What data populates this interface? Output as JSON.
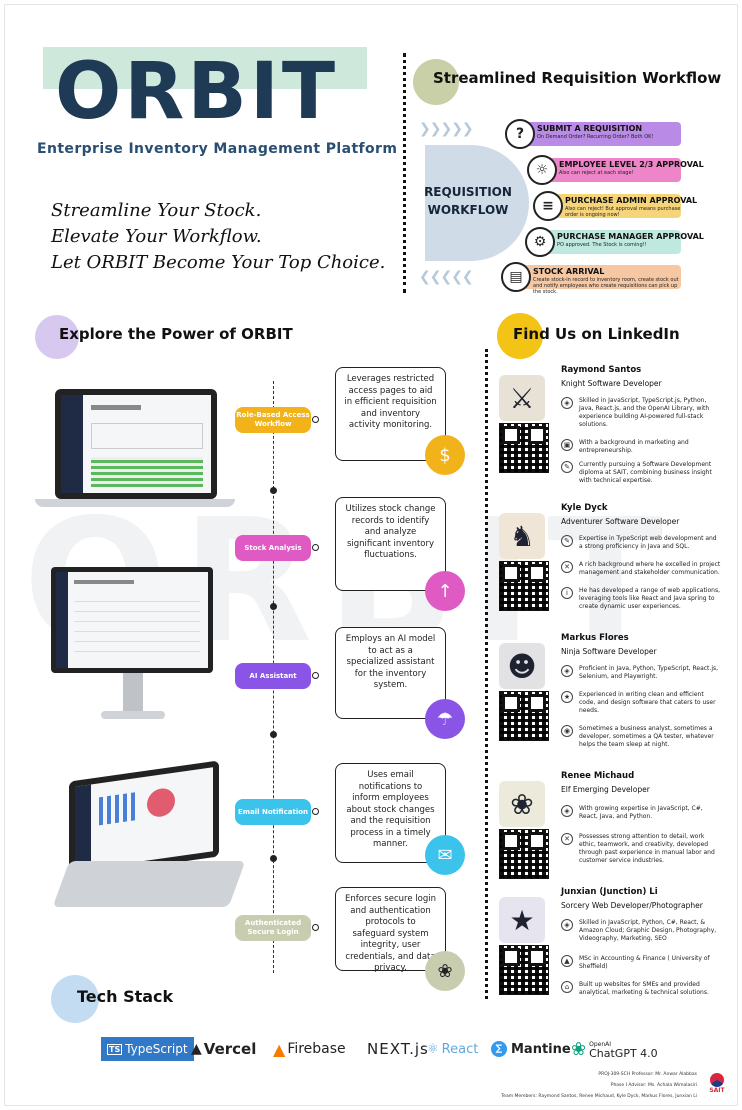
{
  "brand": {
    "logo": "ORBIT",
    "subtitle": "Enterprise Inventory Management Platform",
    "slogan": [
      "Streamline Your Stock.",
      "Elevate Your Workflow.",
      "Let ORBIT Become Your Top Choice."
    ]
  },
  "workflow": {
    "title": "Streamlined Requisition Workflow",
    "label_line1": "REQUISITION",
    "label_line2": "WORKFLOW",
    "steps": [
      {
        "title": "SUBMIT A REQUISITION",
        "desc": "On Demand Order? Recurring Order? Both OK!",
        "color": "#b98ae6",
        "icon": "?"
      },
      {
        "title": "EMPLOYEE LEVEL 2/3 APPROVAL",
        "desc": "Also can reject at each stage!",
        "color": "#ee85c9",
        "icon": "☼"
      },
      {
        "title": "PURCHASE ADMIN APPROVAL",
        "desc": "Also can reject! But approval means purchase order is ongoing now!",
        "color": "#f6d57a",
        "icon": "≡"
      },
      {
        "title": "PURCHASE MANAGER APPROVAL",
        "desc": "PO approved. The Stock is coming!!",
        "color": "#bfe9df",
        "icon": "⚙"
      },
      {
        "title": "STOCK ARRIVAL",
        "desc": "Create stock-in record to inventory room, create stock out and notify employees who create requisitions can pick up the stock.",
        "color": "#f6c7a3",
        "icon": "▤"
      }
    ]
  },
  "features": {
    "title": "Explore the Power of ORBIT",
    "items": [
      {
        "label": "Role-Based Access Workflow",
        "desc": "Leverages restricted access pages to aid in efficient requisition and inventory activity monitoring.",
        "color": "#f1b21a",
        "icon": "$"
      },
      {
        "label": "Stock Analysis",
        "desc": "Utilizes stock change records to identify and analyze significant inventory fluctuations.",
        "color": "#e05ac4",
        "icon": "↑"
      },
      {
        "label": "AI Assistant",
        "desc": "Employs an AI model to act as a specialized assistant for the inventory system.",
        "color": "#8a55e6",
        "icon": "☂"
      },
      {
        "label": "Email Notification",
        "desc": "Uses email notifications to inform employees about stock changes and the requisition process in a timely manner.",
        "color": "#3cc3ec",
        "icon": "✉"
      },
      {
        "label": "Authenticated Secure Login",
        "desc": "Enforces secure login and authentication protocols to safeguard system integrity, user credentials, and data privacy.",
        "color": "#c8cdb0",
        "icon": "❀"
      }
    ]
  },
  "team": {
    "title": "Find Us on LinkedIn",
    "members": [
      {
        "name": "Raymond Santos",
        "role": "Knight Software Developer",
        "avatar": "⚔",
        "bullets": [
          "Skilled in JavaScript, TypeScript.js, Python, Java, React.js, and the OpenAI Library, with experience building AI-powered full-stack solutions.",
          "With a background in marketing and entrepreneurship.",
          "Currently pursuing a Software Development diploma at SAIT, combining business insight with technical expertise."
        ]
      },
      {
        "name": "Kyle Dyck",
        "role": "Adventurer Software Developer",
        "avatar": "♞",
        "bullets": [
          "Expertise in TypeScript web development and a strong proficiency in Java and SQL.",
          "A rich background where he excelled in project management and stakeholder communication.",
          "He has developed a range of web applications, leveraging tools like React and Java spring to create dynamic user experiences."
        ]
      },
      {
        "name": "Markus Flores",
        "role": "Ninja Software Developer",
        "avatar": "☻",
        "bullets": [
          "Proficient in Java, Python, TypeScript, React.js, Selenium, and Playwright.",
          "Experienced in writing clean and efficient code, and design software that caters to user needs.",
          "Sometimes a business analyst, sometimes a developer, sometimes a QA tester, whatever helps the team sleep at night."
        ]
      },
      {
        "name": "Renee Michaud",
        "role": "Elf Emerging Developer",
        "avatar": "❀",
        "bullets": [
          "With growing expertise in JavaScript, C#, React, Java, and Python.",
          "Possesses strong attention to detail, work ethic, teamwork, and creativity, developed through past experience in manual labor and customer service industries."
        ]
      },
      {
        "name": "Junxian (Junction) Li",
        "role": "Sorcery Web Developer/Photographer",
        "avatar": "★",
        "bullets": [
          "Skilled in JavaScript, Python, C#, React, & Amazon Cloud; Graphic Design, Photography, Videography, Marketing, SEO",
          "MSc in Accounting & Finance ( University of Sheffield)",
          "Built up websites for SMEs and provided analytical, marketing & technical solutions."
        ]
      }
    ]
  },
  "tech": {
    "title": "Tech Stack",
    "items": [
      "TypeScript",
      "Vercel",
      "Firebase",
      "NEXT.js",
      "React",
      "Mantine",
      "ChatGPT 4.0"
    ],
    "ts_badge": "TS",
    "openai_small": "OpenAI"
  },
  "credits": {
    "line1": "PROJ-309-SCH Professor: Mr. Anwar Alabbas",
    "line2": "Phase I Advisor: Ms. Achala Wimalasiri",
    "line3": "Team Members: Raymond Santos, Renee Michaud, Kyle Dyck, Markus Flores, Junxian Li",
    "school": "SAIT"
  },
  "colors": {
    "navy": "#1f3a55",
    "accent_green": "#cfe8dc",
    "lilac": "#d7c8ef",
    "olive": "#c9cfa7",
    "yellow": "#f3c316",
    "blue": "#c3dcf2"
  }
}
